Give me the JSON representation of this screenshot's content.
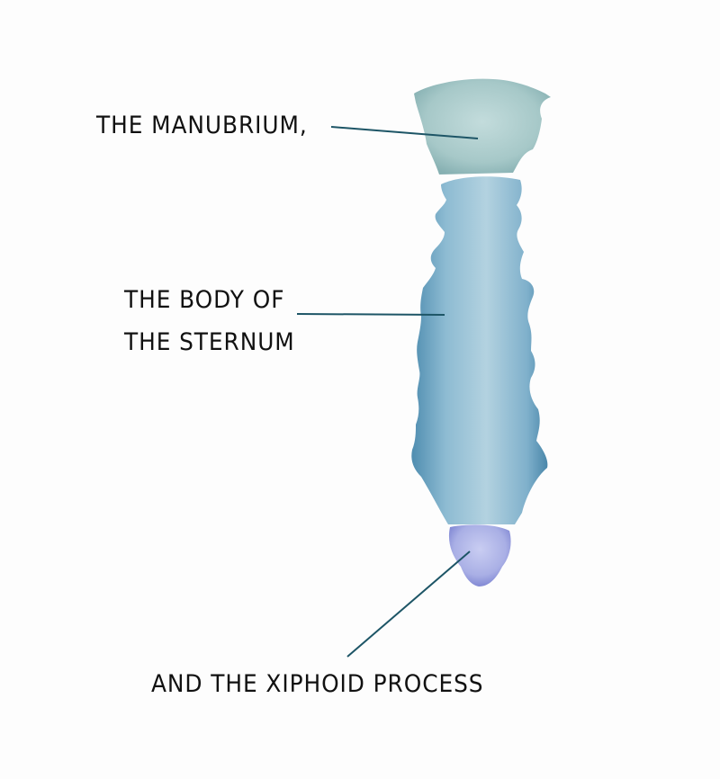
{
  "labels": {
    "manubrium": "THE MANUBRIUM,",
    "body_line1": "THE BODY OF",
    "body_line2": "THE STERNUM",
    "xiphoid": "AND THE XIPHOID PROCESS"
  },
  "colors": {
    "manubrium": "#9fc3c4",
    "body": "#6fa3c0",
    "xiphoid": "#aab0e6",
    "leader": "#1d5566"
  }
}
